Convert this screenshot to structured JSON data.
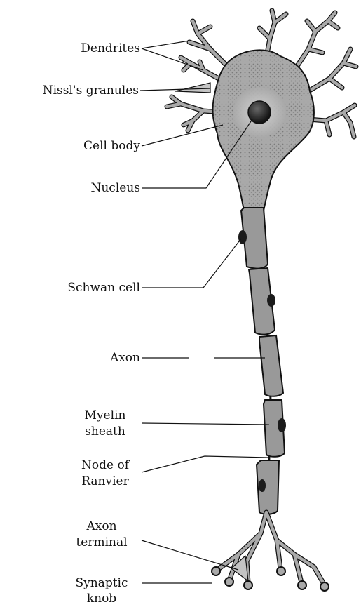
{
  "labels": {
    "dendrites": "Dendrites",
    "nissl": "Nissl's granules",
    "cell_body": "Cell body",
    "nucleus": "Nucleus",
    "schwan": "Schwan cell",
    "axon": "Axon",
    "myelin_1": "Myelin",
    "myelin_2": "sheath",
    "node_1": "Node of",
    "node_2": "Ranvier",
    "terminal_1": "Axon",
    "terminal_2": "terminal",
    "synaptic_1": "Synaptic",
    "synaptic_2": "knob"
  },
  "colors": {
    "cytoplasm": "#a9a9a9",
    "myelin": "#8f8f8f",
    "outline": "#111111",
    "nucleus": "#2a2a2a"
  }
}
